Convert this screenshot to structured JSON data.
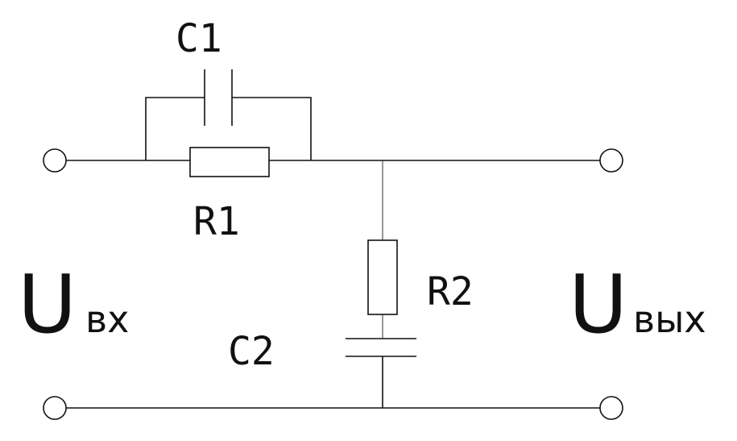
{
  "labels": {
    "c1": "C1",
    "r1": "R1",
    "r2": "R2",
    "c2": "C2",
    "u_in_symbol": "U",
    "u_in_sub": "вх",
    "u_out_symbol": "U",
    "u_out_sub": "вых"
  }
}
